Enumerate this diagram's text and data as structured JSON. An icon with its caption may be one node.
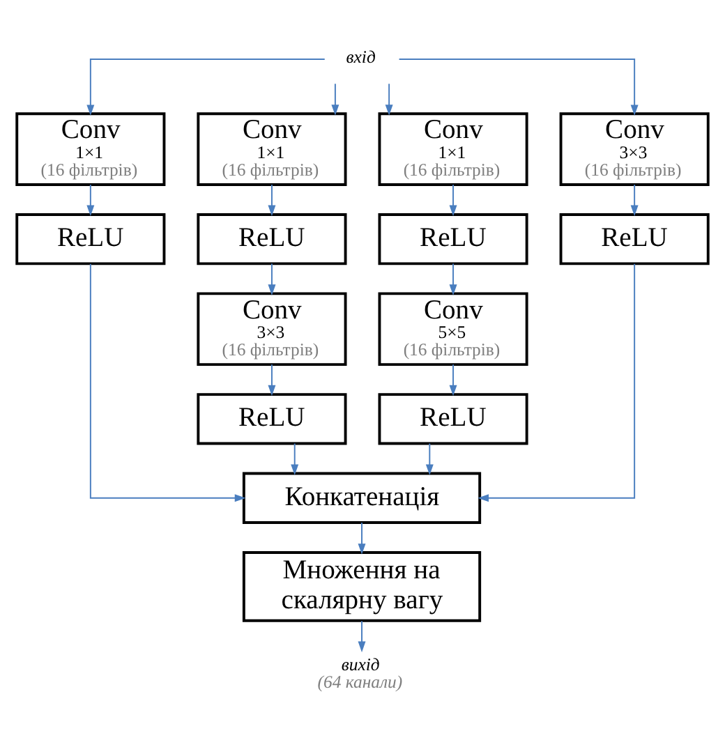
{
  "diagram": {
    "nodes": [
      {
        "text": [
          "вхід"
        ]
      },
      {
        "text": [
          "Conv",
          "1×1",
          "(16 фільтрів)"
        ]
      },
      {
        "text": [
          "ReLU"
        ]
      },
      {
        "text": [
          "Conv",
          "1×1",
          "(16 фільтрів)"
        ]
      },
      {
        "text": [
          "ReLU"
        ]
      },
      {
        "text": [
          "Conv",
          "3×3",
          "(16 фільтрів)"
        ]
      },
      {
        "text": [
          "ReLU"
        ]
      },
      {
        "text": [
          "Conv",
          "1×1",
          "(16 фільтрів)"
        ]
      },
      {
        "text": [
          "ReLU"
        ]
      },
      {
        "text": [
          "Conv",
          "5×5",
          "(16 фільтрів)"
        ]
      },
      {
        "text": [
          "ReLU"
        ]
      },
      {
        "text": [
          "Conv",
          "3×3",
          "(16 фільтрів)"
        ]
      },
      {
        "text": [
          "ReLU"
        ]
      },
      {
        "text": [
          "Конкатенація"
        ]
      },
      {
        "text": [
          "Множення на скалярну вагу"
        ]
      },
      {
        "text": [
          "вихід",
          "(64 канали)"
        ]
      }
    ],
    "edges": [
      {
        "from": 0,
        "to": 1,
        "arrow": "to"
      },
      {
        "from": 0,
        "to": 3,
        "arrow": "to"
      },
      {
        "from": 0,
        "to": 7,
        "arrow": "to"
      },
      {
        "from": 0,
        "to": 11,
        "arrow": "to"
      },
      {
        "from": 1,
        "to": 2,
        "arrow": "to"
      },
      {
        "from": 3,
        "to": 4,
        "arrow": "to"
      },
      {
        "from": 4,
        "to": 5,
        "arrow": "to"
      },
      {
        "from": 5,
        "to": 6,
        "arrow": "to"
      },
      {
        "from": 7,
        "to": 8,
        "arrow": "to"
      },
      {
        "from": 8,
        "to": 9,
        "arrow": "to"
      },
      {
        "from": 9,
        "to": 10,
        "arrow": "to"
      },
      {
        "from": 11,
        "to": 12,
        "arrow": "to"
      },
      {
        "from": 2,
        "to": 13,
        "arrow": "to"
      },
      {
        "from": 6,
        "to": 13,
        "arrow": "to"
      },
      {
        "from": 10,
        "to": 13,
        "arrow": "to"
      },
      {
        "from": 12,
        "to": 13,
        "arrow": "to"
      },
      {
        "from": 13,
        "to": 14,
        "arrow": "to"
      },
      {
        "from": 14,
        "to": 15,
        "arrow": "to"
      }
    ]
  }
}
